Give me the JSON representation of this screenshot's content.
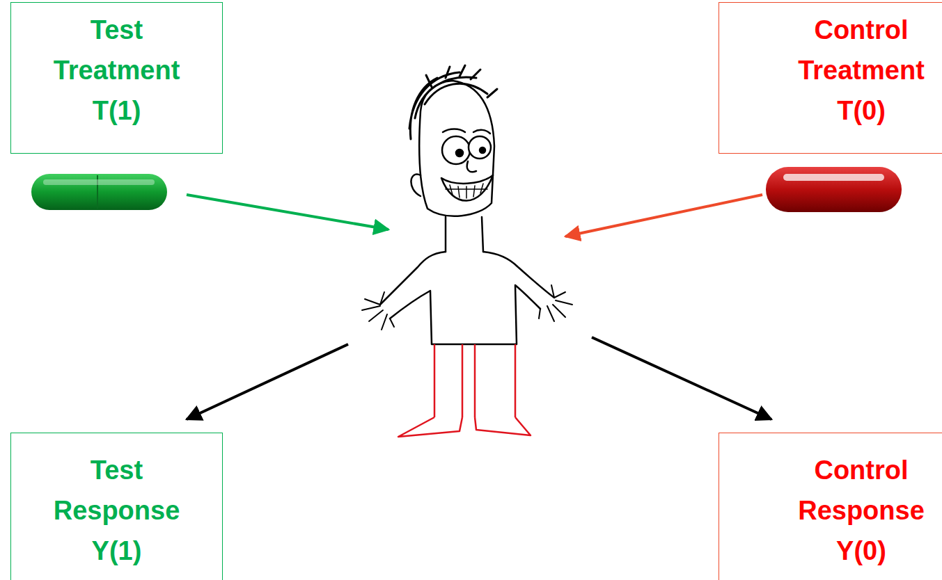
{
  "diagram": {
    "nodes": [
      {
        "text": [
          "Test Treatment T(1)"
        ]
      },
      {
        "text": [
          "Control Treatment T(0)"
        ]
      },
      {
        "text": [
          "Test Response Y(1)"
        ]
      },
      {
        "text": [
          "Control Response Y(0)"
        ]
      }
    ]
  }
}
